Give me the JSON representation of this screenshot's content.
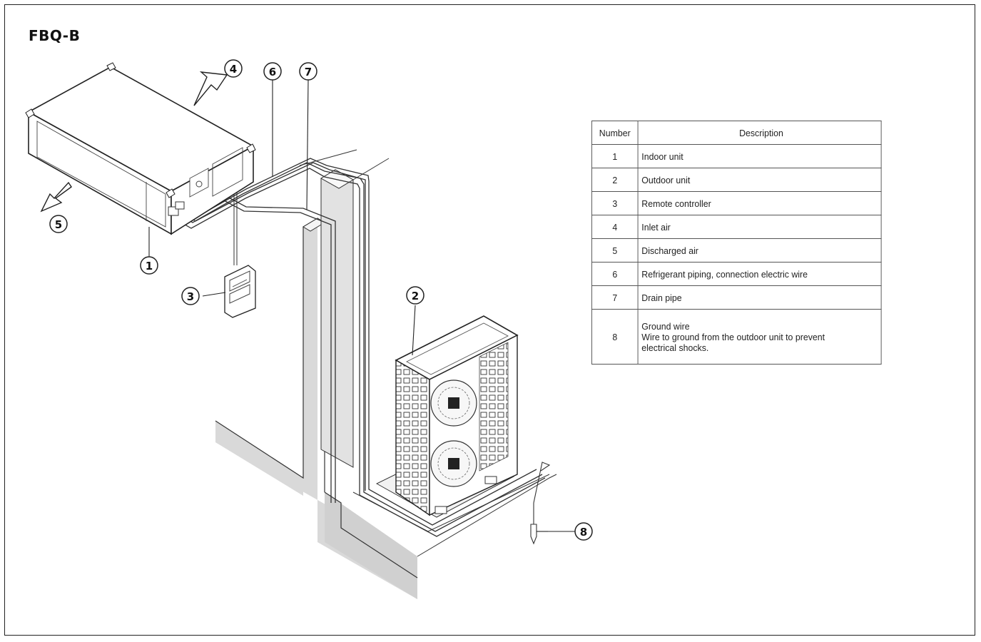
{
  "title": "FBQ-B",
  "callouts": [
    "1",
    "2",
    "3",
    "4",
    "5",
    "6",
    "7",
    "8"
  ],
  "table": {
    "headers": {
      "number": "Number",
      "description": "Description"
    },
    "rows": [
      {
        "number": "1",
        "lines": [
          "Indoor unit"
        ]
      },
      {
        "number": "2",
        "lines": [
          "Outdoor unit"
        ]
      },
      {
        "number": "3",
        "lines": [
          "Remote controller"
        ]
      },
      {
        "number": "4",
        "lines": [
          "Inlet air"
        ]
      },
      {
        "number": "5",
        "lines": [
          "Discharged air"
        ]
      },
      {
        "number": "6",
        "lines": [
          "Refrigerant piping, connection electric wire"
        ]
      },
      {
        "number": "7",
        "lines": [
          "Drain pipe"
        ]
      },
      {
        "number": "8",
        "lines": [
          "Ground wire",
          "Wire to ground from the outdoor unit to prevent",
          "electrical shocks."
        ]
      }
    ]
  }
}
